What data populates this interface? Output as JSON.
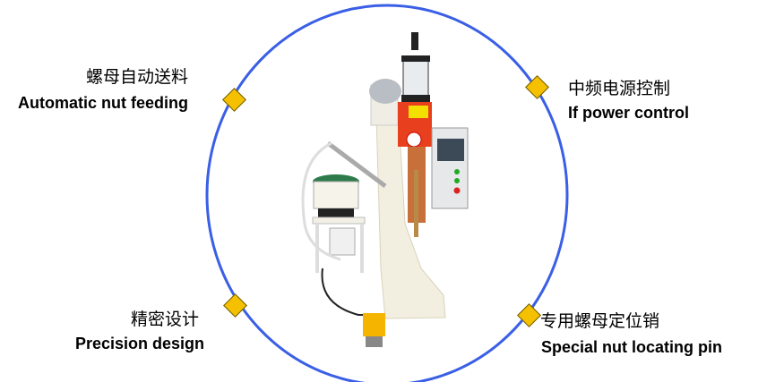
{
  "features": [
    {
      "cn": "螺母自动送料",
      "en": "Automatic nut feeding"
    },
    {
      "cn": "中频电源控制",
      "en": "If power control"
    },
    {
      "cn": "精密设计",
      "en": "Precision design"
    },
    {
      "cn": "专用螺母定位销",
      "en": "Special nut locating pin"
    }
  ],
  "colors": {
    "ring": "#3a5fe6",
    "marker": "#f5c000",
    "machine_head": "#e8401e",
    "frame": "#f3efe0"
  }
}
